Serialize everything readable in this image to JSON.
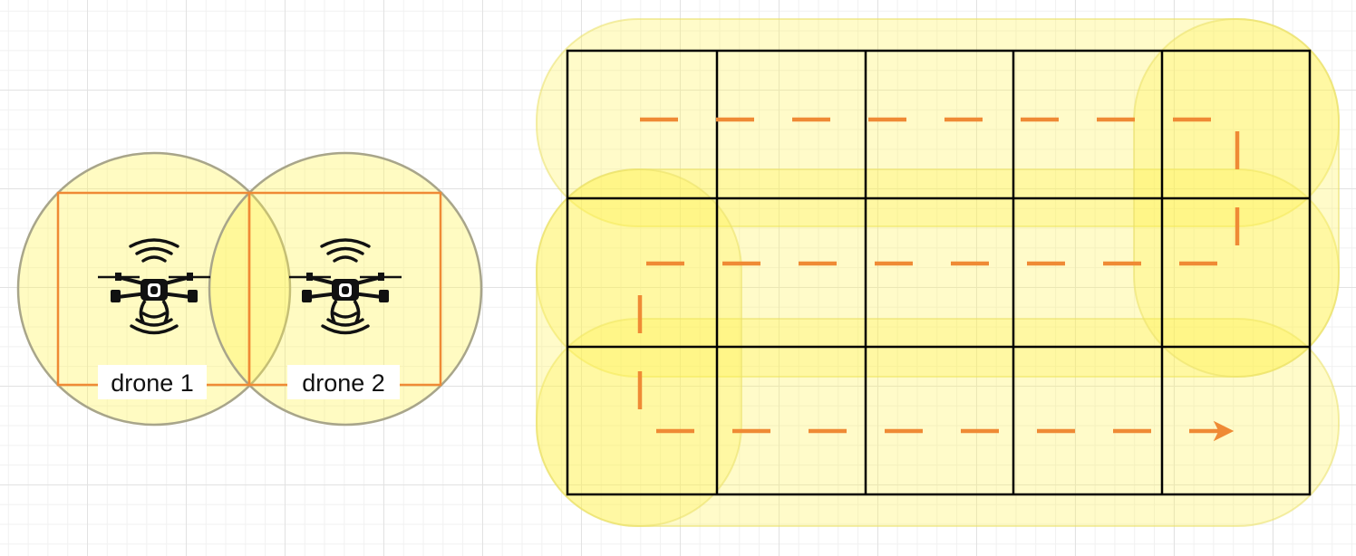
{
  "colors": {
    "coverage_fill": "#fff34d",
    "coverage_stroke": "#a8a58a",
    "footprint": "#ef8a35",
    "grid_line": "#000000",
    "path": "#ef8a35"
  },
  "drones": [
    {
      "label": "drone 1",
      "icon": "drone-icon"
    },
    {
      "label": "drone 2",
      "icon": "drone-icon"
    }
  ],
  "coverage_grid": {
    "rows": 3,
    "cols": 5,
    "path_style": "dashed-arrow",
    "path_order": "boustrophedon"
  }
}
